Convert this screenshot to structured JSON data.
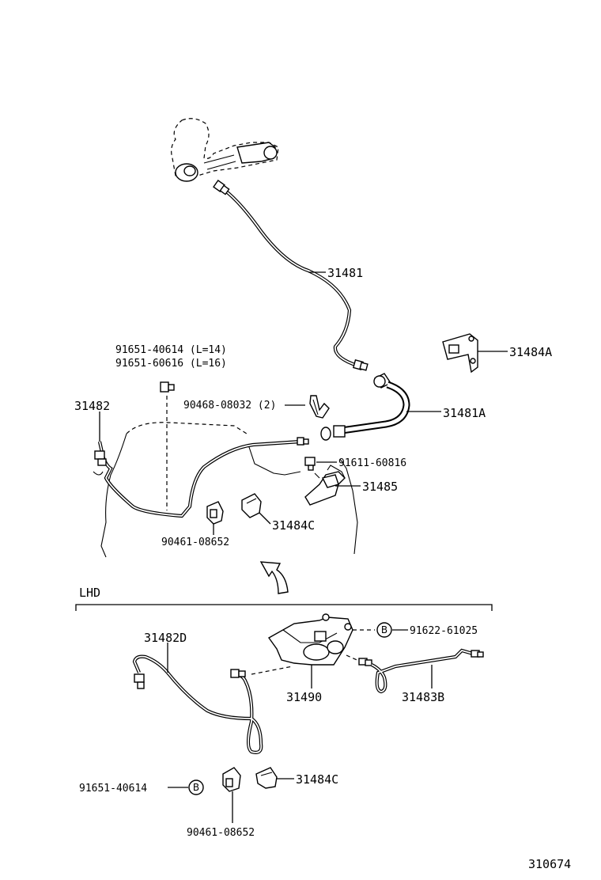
{
  "labels": {
    "p31481": "31481",
    "p31484A": "31484A",
    "p31481A": "31481A",
    "bolt_a": "91651-40614 (L=14)",
    "bolt_b": "91651-60616 (L=16)",
    "p31482": "31482",
    "clip_90468": "90468-08032 (2)",
    "bolt_91611": "91611-60816",
    "p31485": "31485",
    "p31484C_top": "31484C",
    "clip_90461_top": "90461-08652",
    "lhd": "LHD",
    "p31482D": "31482D",
    "bolt_91622": "91622-61025",
    "p31490": "31490",
    "p31483B": "31483B",
    "bolt_91651_lower": "91651-40614",
    "p31484C_bottom": "31484C",
    "clip_90461_bottom": "90461-08652",
    "diagram_no": "310674"
  },
  "markers": {
    "b_marker": "B"
  }
}
